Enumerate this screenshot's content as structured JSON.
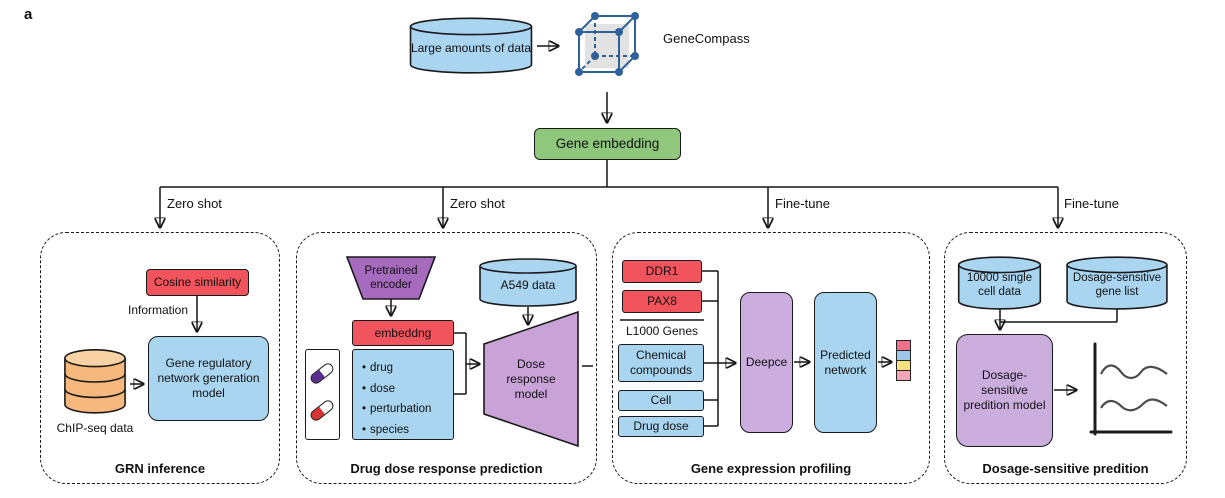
{
  "figure_label": "a",
  "header": {
    "input_data": "Large amounts of data",
    "model_name": "GeneCompass",
    "embedding_label": "Gene embedding"
  },
  "branch_labels": [
    "Zero shot",
    "Zero shot",
    "Fine-tune",
    "Fine-tune"
  ],
  "panels": [
    {
      "caption": "GRN inference",
      "cosine_similarity": "Cosine similarity",
      "information_label": "Information",
      "chipseq_label": "ChIP-seq data",
      "model_label": "Gene regulatory network generation model"
    },
    {
      "caption": "Drug dose response prediction",
      "encoder_label": "Pretrained encoder",
      "dataset_label": "A549 data",
      "embedding_label": "embeddng",
      "factors": [
        "drug",
        "dose",
        "perturbation",
        "species"
      ],
      "model_label": "Dose response model"
    },
    {
      "caption": "Gene expression profiling",
      "gene_boxes": [
        "DDR1",
        "PAX8"
      ],
      "genes_group_label": "L1000 Genes",
      "input_boxes": [
        "Chemical compounds",
        "Cell",
        "Drug dose"
      ],
      "model_label": "Deepce",
      "output_label": "Predicted network"
    },
    {
      "caption": "Dosage-sensitive predition",
      "dataset1_label": "10000 single cell data",
      "dataset2_label": "Dosage-sensitive gene list",
      "model_label": "Dosage-sensitive predition model"
    }
  ],
  "colors": {
    "box_blue": "#a9d5f0",
    "box_red": "#f1545c",
    "box_green": "#8fc87c",
    "purple_dark": "#a66bbf",
    "purple_light": "#cbaede",
    "cylinder_orange": "#f6b87d",
    "cube_blue": "#2e6099",
    "output_stack": [
      "#f2708a",
      "#9fc5e8",
      "#f9e07f",
      "#f4a6b8"
    ]
  }
}
